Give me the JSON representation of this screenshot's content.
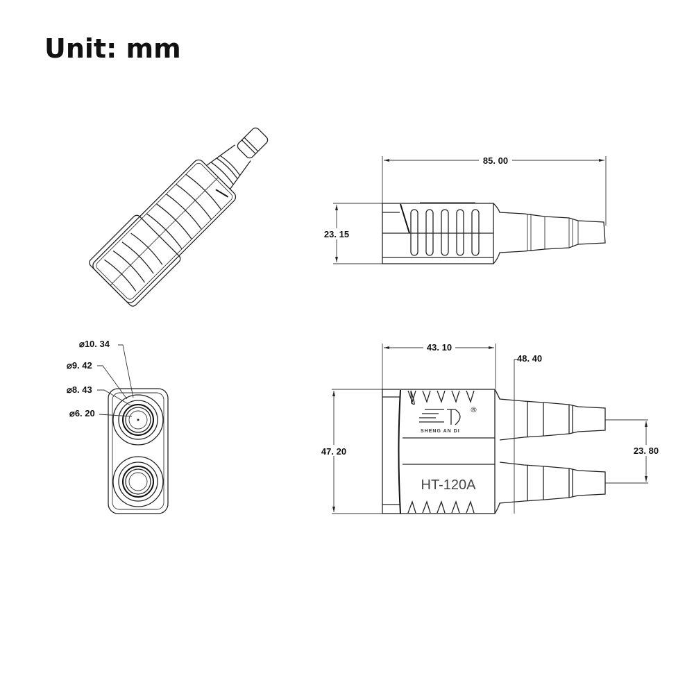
{
  "header": {
    "title": "Unit: mm"
  },
  "side_view": {
    "length_dim": "85. 00",
    "height_dim": "23. 15"
  },
  "end_view": {
    "diameters": [
      "⌀10. 34",
      "⌀9. 42",
      "⌀8. 43",
      "⌀6. 20"
    ]
  },
  "top_view": {
    "body_length_dim": "43. 10",
    "overall_dim": "48. 40",
    "width_dim": "47. 20",
    "pin_spacing_dim": "23. 80",
    "model_label": "HT-120A",
    "brand_text": "SHENG AN DI",
    "registered_mark": "®"
  }
}
